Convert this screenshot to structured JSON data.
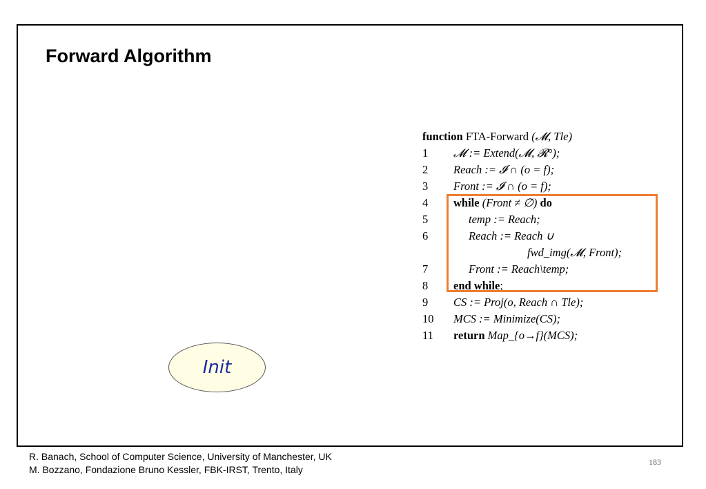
{
  "slide": {
    "title": "Forward Algorithm",
    "page_number": "183",
    "footer_line1": "R. Banach, School of  Computer Science, University of Manchester, UK",
    "footer_line2": "M. Bozzano, Fondazione Bruno Kessler, FBK-IRST, Trento, Italy"
  },
  "algorithm": {
    "header_keyword": "function",
    "header_name": "FTA-Forward",
    "header_args": "(𝓜, Tle)",
    "lines": [
      {
        "num": "1",
        "code": "𝓜 := Extend(𝓜, 𝓡°);"
      },
      {
        "num": "2",
        "code": "Reach := 𝓘 ∩ (o = f);"
      },
      {
        "num": "3",
        "code": "Front := 𝓘 ∩ (o = f);"
      },
      {
        "num": "4",
        "keyword": "while",
        "code": "(Front ≠ ∅)",
        "keyword2": "do"
      },
      {
        "num": "5",
        "code": "temp := Reach;"
      },
      {
        "num": "6",
        "code": "Reach := Reach ∪"
      },
      {
        "num": "",
        "code": "fwd_img(𝓜, Front);"
      },
      {
        "num": "7",
        "code": "Front := Reach\\temp;"
      },
      {
        "num": "8",
        "keyword": "end while",
        "code": ";"
      },
      {
        "num": "9",
        "code": "CS := Proj(o, Reach ∩ Tle);"
      },
      {
        "num": "10",
        "code": "MCS := Minimize(CS);"
      },
      {
        "num": "11",
        "keyword": "return",
        "code": "Map_{o→f}(MCS);"
      }
    ]
  },
  "init_node": {
    "label": "Init",
    "fill_color": "#fffee4",
    "text_color": "#1d2ba0"
  },
  "highlight_color": "#ed7d31"
}
